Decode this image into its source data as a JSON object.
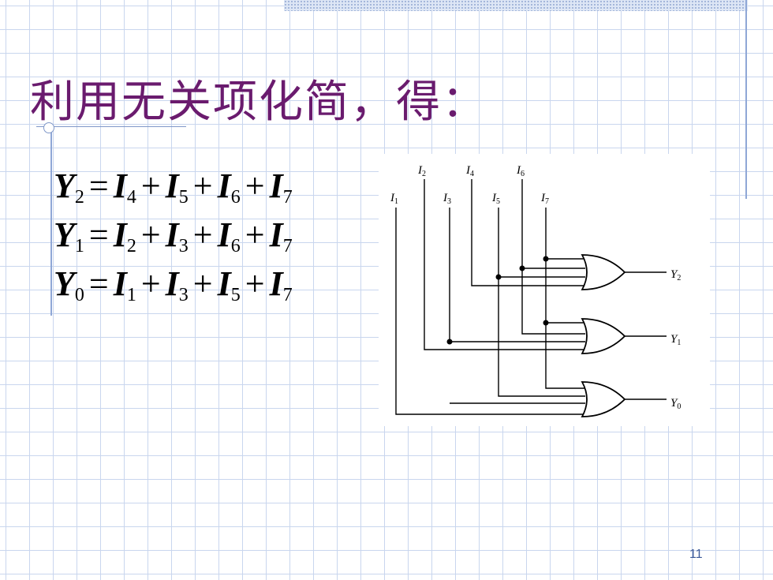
{
  "title": "利用无关项化简，得：",
  "equations": [
    {
      "out": "Y",
      "out_sub": "2",
      "eq": "=",
      "terms": [
        {
          "v": "I",
          "s": "4"
        },
        {
          "v": "I",
          "s": "5"
        },
        {
          "v": "I",
          "s": "6"
        },
        {
          "v": "I",
          "s": "7"
        }
      ],
      "op": "+"
    },
    {
      "out": "Y",
      "out_sub": "1",
      "eq": "=",
      "terms": [
        {
          "v": "I",
          "s": "2"
        },
        {
          "v": "I",
          "s": "3"
        },
        {
          "v": "I",
          "s": "6"
        },
        {
          "v": "I",
          "s": "7"
        }
      ],
      "op": "+"
    },
    {
      "out": "Y",
      "out_sub": "0",
      "eq": "=",
      "terms": [
        {
          "v": "I",
          "s": "1"
        },
        {
          "v": "I",
          "s": "3"
        },
        {
          "v": "I",
          "s": "5"
        },
        {
          "v": "I",
          "s": "7"
        }
      ],
      "op": "+"
    }
  ],
  "diagram": {
    "inputs": [
      {
        "v": "I",
        "s": "1"
      },
      {
        "v": "I",
        "s": "2"
      },
      {
        "v": "I",
        "s": "3"
      },
      {
        "v": "I",
        "s": "4"
      },
      {
        "v": "I",
        "s": "5"
      },
      {
        "v": "I",
        "s": "6"
      },
      {
        "v": "I",
        "s": "7"
      }
    ],
    "outputs": [
      {
        "v": "Y",
        "s": "2"
      },
      {
        "v": "Y",
        "s": "1"
      },
      {
        "v": "Y",
        "s": "0"
      }
    ]
  },
  "page_number": "11"
}
